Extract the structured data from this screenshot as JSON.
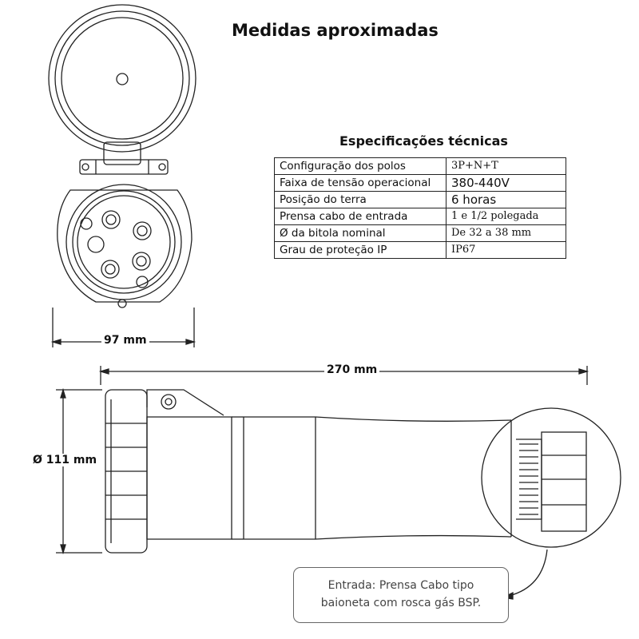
{
  "title": "Medidas aproximadas",
  "specs": {
    "heading": "Especificações técnicas",
    "rows": [
      {
        "label": "Configuração dos polos",
        "value": "3P+N+T"
      },
      {
        "label": "Faixa de tensão operacional",
        "value": "380-440V"
      },
      {
        "label": "Posição do terra",
        "value": "6 horas"
      },
      {
        "label": "Prensa cabo de entrada",
        "value": "1 e 1/2 polegada"
      },
      {
        "label": "Ø da bitola nominal",
        "value": "De 32 a 38 mm"
      },
      {
        "label": "Grau de proteção IP",
        "value": "IP67"
      }
    ]
  },
  "dimensions": {
    "width": "97 mm",
    "length": "270 mm",
    "diameter": "Ø 111 mm"
  },
  "callout": {
    "line1": "Entrada: Prensa Cabo tipo",
    "line2": "baioneta com rosca gás BSP."
  }
}
